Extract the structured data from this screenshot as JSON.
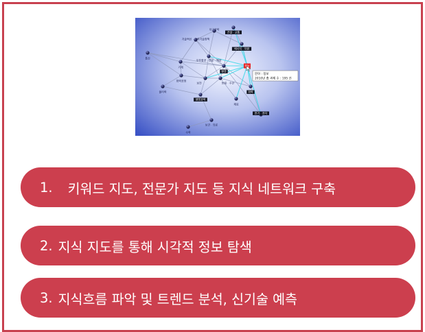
{
  "colors": {
    "accent": "#c8414f",
    "pill": "#cc3f4e",
    "panel_center": "#f4f6ff",
    "panel_edge": "#3c54c6",
    "node": "#22265a",
    "link": "#8e96b8",
    "highlight_link": "#38d8e8",
    "highlight_node": "#e82020"
  },
  "network": {
    "nodes": [
      {
        "id": "n1",
        "label": "지구과학",
        "dark": false
      },
      {
        "id": "n2",
        "label": "건설ㆍ교통",
        "dark": true
      },
      {
        "id": "n3",
        "label": "기술혁신ㆍ과학기술정책",
        "dark": false
      },
      {
        "id": "n4",
        "label": "에너지ㆍ자원",
        "dark": true
      },
      {
        "id": "n5",
        "label": "통신",
        "dark": false
      },
      {
        "id": "n6",
        "label": "우주항공ㆍ천문ㆍ해양",
        "dark": false
      },
      {
        "id": "n7",
        "label": "기계",
        "dark": false
      },
      {
        "id": "n8",
        "label": "환경",
        "dark": true
      },
      {
        "id": "n9",
        "label": "보건",
        "dark": false
      },
      {
        "id": "n10",
        "label": "정보",
        "dark": false,
        "highlight": true
      },
      {
        "id": "n11",
        "label": "화학공정",
        "dark": false
      },
      {
        "id": "n12",
        "label": "농림ㆍ수산",
        "dark": false
      },
      {
        "id": "n13",
        "label": "화학",
        "dark": true
      },
      {
        "id": "n14",
        "label": "물리학",
        "dark": false
      },
      {
        "id": "n15",
        "label": "전기ㆍ전자",
        "dark": true
      },
      {
        "id": "n16",
        "label": "생명과학",
        "dark": true
      },
      {
        "id": "n17",
        "label": "재료",
        "dark": false
      },
      {
        "id": "n18",
        "label": "보건ㆍ의료",
        "dark": false
      },
      {
        "id": "n19",
        "label": "수학",
        "dark": false
      }
    ],
    "tooltip": {
      "line1": "분야 : 정보",
      "line2": "2010년  총 과제 수 : 195 건"
    }
  },
  "list": {
    "items": [
      {
        "num": "1.",
        "text": "키워드 지도, 전문가 지도 등 지식 네트워크 구축"
      },
      {
        "num": "2.",
        "text": "지식 지도를 통해 시각적 정보 탐색"
      },
      {
        "num": "3.",
        "text": "지식흐름 파악 및 트렌드 분석, 신기술 예측"
      }
    ]
  }
}
